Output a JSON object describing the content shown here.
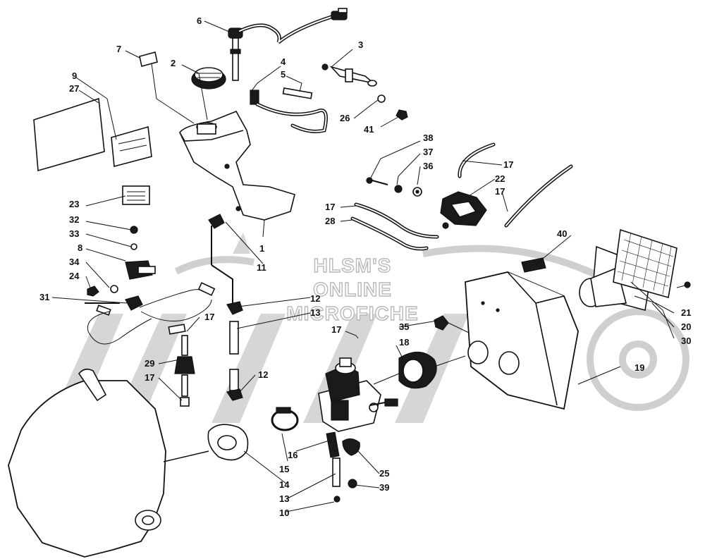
{
  "watermark": {
    "line1": "HLSM'S",
    "line2": "ONLINE",
    "line3": "MICROFICHE"
  },
  "callouts": {
    "n1": "1",
    "n2": "2",
    "n3": "3",
    "n4": "4",
    "n5": "5",
    "n6": "6",
    "n7": "7",
    "n8": "8",
    "n9": "9",
    "n10": "10",
    "n11": "11",
    "n12": "12",
    "n13": "13",
    "n14": "14",
    "n15": "15",
    "n16": "16",
    "n17": "17",
    "n18": "18",
    "n19": "19",
    "n20": "20",
    "n21": "21",
    "n22": "22",
    "n23": "23",
    "n24": "24",
    "n25": "25",
    "n26": "26",
    "n27": "27",
    "n28": "28",
    "n29": "29",
    "n30": "30",
    "n31": "31",
    "n32": "32",
    "n33": "33",
    "n34": "34",
    "n35": "35",
    "n36": "36",
    "n37": "37",
    "n38": "38",
    "n39": "39",
    "n40": "40",
    "n41": "41"
  }
}
